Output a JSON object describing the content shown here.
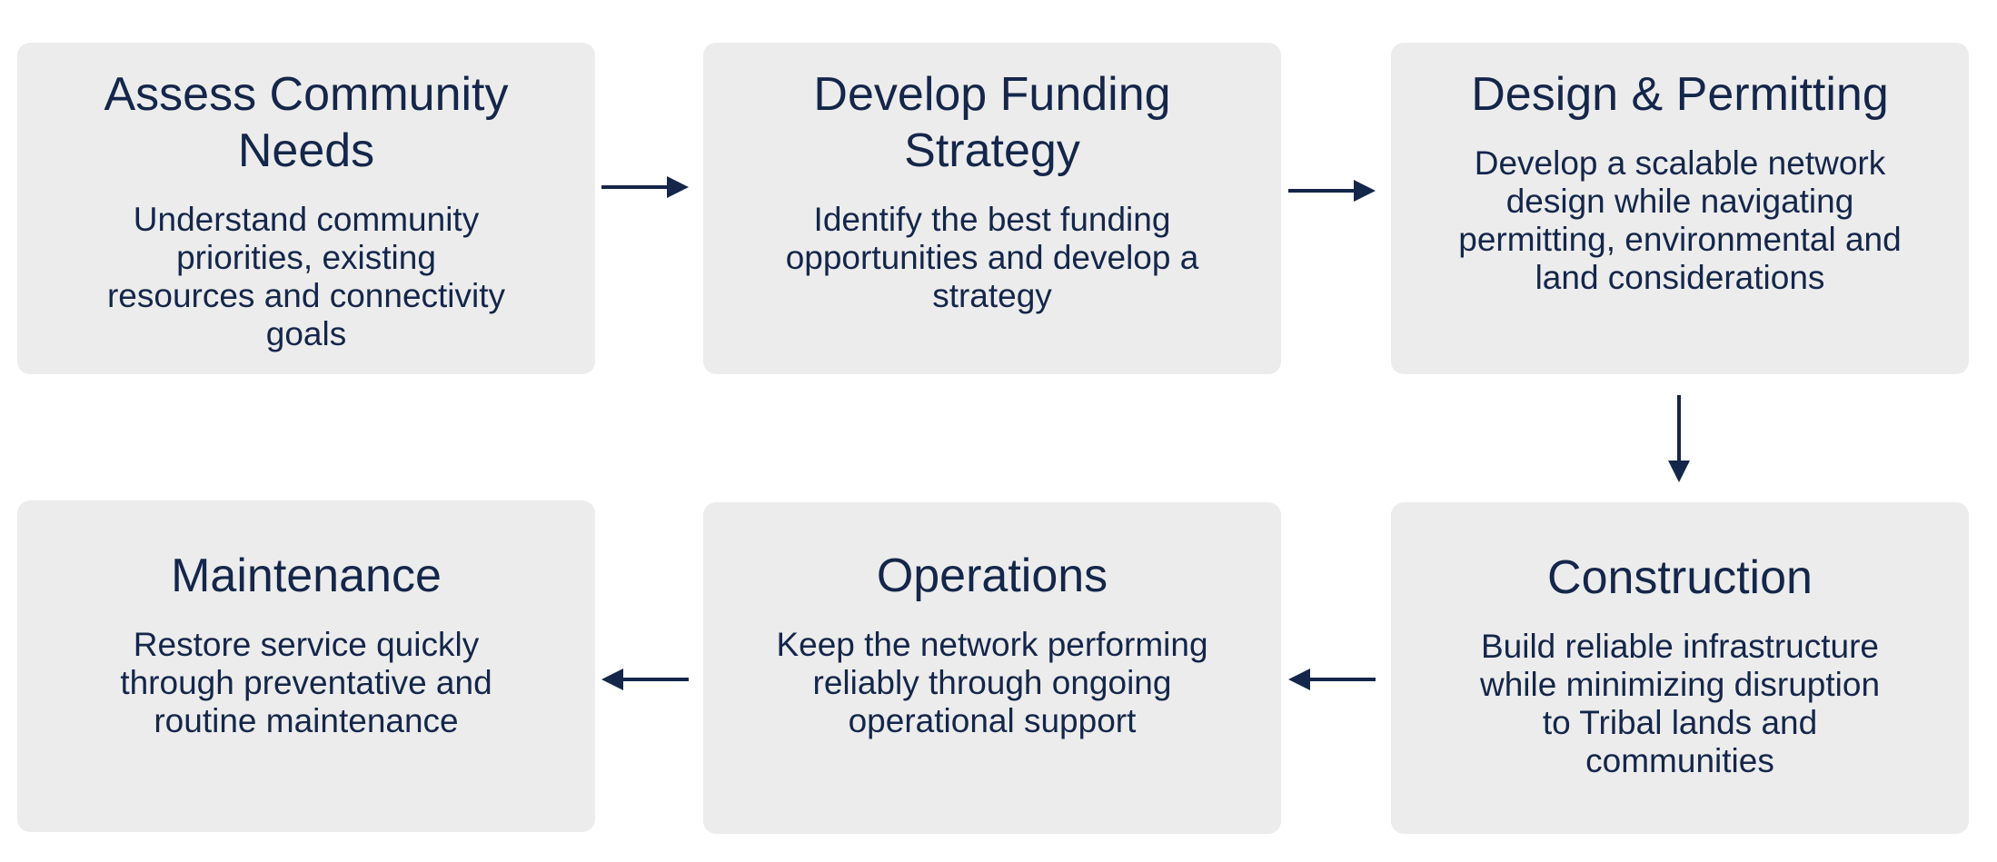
{
  "steps": [
    {
      "title": "Assess Community Needs",
      "description": "Understand community priorities, existing resources and connectivity goals"
    },
    {
      "title": "Develop Funding Strategy",
      "description": "Identify the best funding opportunities and develop a strategy"
    },
    {
      "title": "Design & Permitting",
      "description": "Develop a scalable network design while navigating permitting, environmental and land considerations"
    },
    {
      "title": "Construction",
      "description": "Build reliable infrastructure while minimizing disruption to Tribal lands and communities"
    },
    {
      "title": "Operations",
      "description": "Keep the network performing reliably through ongoing operational support"
    },
    {
      "title": "Maintenance",
      "description": "Restore service quickly through preventative and routine maintenance"
    }
  ],
  "colors": {
    "card_background": "#ececec",
    "text": "#14264a",
    "arrow": "#14264a"
  }
}
